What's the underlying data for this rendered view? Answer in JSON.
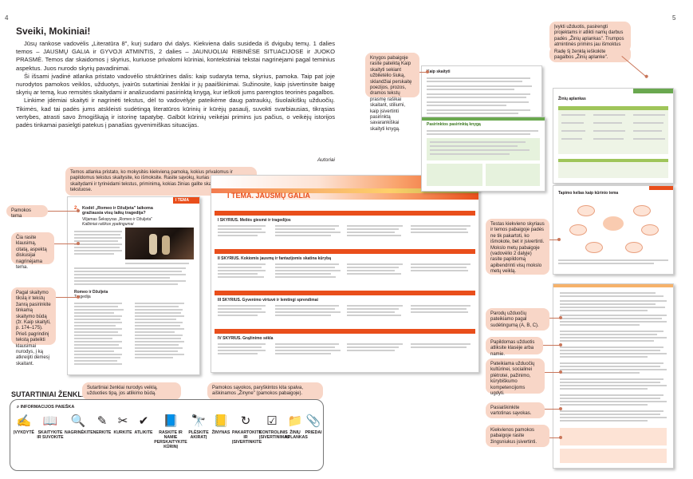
{
  "pages": {
    "left_number": "4",
    "right_number": "5"
  },
  "intro": {
    "title": "Sveiki, Mokiniai!",
    "p1": "Jūsų rankose vadovėlis „Literatūra 8\", kurį sudaro dvi dalys. Kiekviena dalis susideda iš dvigubų temų. 1 dalies temos – JAUSMŲ GALIA ir GYVOJI ATMINTIS, 2 dalies – JAUNUOLIAI RIBINĖSE SITUACIJOSE ir JUOKO PRASMĖ. Temos dar skaidomos į skyrius, kuriuose privalomi kūriniai, kontekstiniai tekstai nagrinėjami pagal teminius aspektus. Juos nurodo skyrių pavadinimai.",
    "p2": "Ši išsami įvadinė atlanka pristato vadovėlio struktūrines dalis: kaip sudaryta tema, skyrius, pamoka. Taip pat joje nurodytos pamokos veiklos, užduotys, įvairūs sutartiniai ženklai ir jų paaiškinimai. Sužinosite, kaip įsivertinsite baigę skyrių ar temą, kuo remsitės skaitydami ir analizuodami pasirinktą knygą, kur ieškoti jums parengtos teorinės pagalbos.",
    "p3": "Linkime įdėmiai skaityti ir nagrinėti tekstus, dėl to vadovėlyje pateikėme daug patraukių, šiuolaikiškų užduočių. Tikimės, kad tai padės jums atskleisti sudėtingą literatūros kūrinių ir kūrėjų pasaulį, suvokti svarbiausias, tikrąsias vertybes, atrasti savo žmogiškąją ir istorinę tapatybę. Galbūt kūrinių veikėjai primins jus pačius, o veikėjų istorijos padės tinkamai pasielgti patekus į panašias gyvenimiškas situacijas.",
    "author": "Autoriai"
  },
  "callouts": {
    "topic_intro": "Temos atlanka pristato, ko mokysitės kiekvieną pamoką, kokius privalomus ir papildomus tekstus skaitysite, ko išmoksite. Rasite sąvokų, kurias išmoksite skaitydami ir tyrinėdami tekstus, priminimą, kokias žinias galite skaityti ir nagrinėti tekstuose.",
    "lesson_topic": "Pamokos tema",
    "key_questions": "Čia rasite klausimą, citatą, aspektą disku­sijai nagrinėjama tema.",
    "reading_goal": "Pagal skaitymo tikslą ir tekstų žanrą pasirinkite tinkamą skaitymo būdą (žr. Kaip skaityti, p. 174–175). Prieš pagrindinį tekstą pateikti klausimai nurodys, į ką atkreipti dėmesį skaitant.",
    "book_choice": "Knygos pabaigoje rasite pateiktą Kaip skaityti sekiant užbiletėlio šiuką, sklandžiai perskaitę poezijos, prozos, dramos tekstų prasmę rašikai skaitant, stiliumi, kaip įsivertinti pasirinktą savarankiškai skaityti knygą.",
    "project_tasks": "Įvykti užduotis, pasirengti projektams ir atlikti namų darbus padės „Žinių aplankas\". Trumpos atmintinės primins jau išmoktus dalykus, pasiūlys užduočių atlikimo būdą.",
    "knowledge_folder": "Radę šį ženklą ieškokite pagalbos „Žinių aplanke\".",
    "self_check": "Testas kiekvieno skyriaus ir temos pabaigoje padės ne tik pakartoti, ko išmokote, bet ir įsivertinti. Mokslo metų pabaigoje (vadovėlio 2 dalyje) rasite papildomą apibendrinti visų mokslo metų veiklą.",
    "difficulty": "Parodų užduočių pateikiamo pagal sudėtingumą (A, B, C).",
    "extra_tasks": "Papildomas užduotis atliksite klasėje arba namie.",
    "culture_tasks": "Pateikiama užduočių kultūrinei, socialinei plėtrotei, pažinimo, kūrybiškumo kompetencijoms ugdyti.",
    "key_terms": "Pasiaiškinkite vartotinas sąvokas.",
    "lesson_end": "Kiekvienos pamokos pabaigoje rasite žingsniukus įsivertinti.",
    "symbols_note": "Sutartiniai ženklai nurodys veiklą, užduoties tipą, jos atlikimo būdą.",
    "terms_note": "Pamokos sąvokos, paryškintos kita spalva, aiškinamos „Žinyne\" (pamokos pabaigoje)."
  },
  "left_thumb": {
    "band": "I TEMA",
    "lesson_number": "2.",
    "lesson_title": "Kodėl „Romeo ir Džuljeta\" laikoma gražiausia visų laikų tragedija?",
    "subtitle": "Viljamas Šekspyras „Romeo ir Džuljeta\"",
    "sub2": "Kalbiniai raiškos ypatingumai",
    "play_title": "Romeo ir Džuljeta",
    "play_subtitle": "Tragedija"
  },
  "center_thumb": {
    "band_title": "I TEMA. JAUSMŲ GALIA",
    "sections": [
      "I SKYRIUS. Meilės giesmė ir tragedijos",
      "II SKYRIUS. Kokiomis jausmų ir fantazijomis skatina kūrybą",
      "III SKYRIUS. Gyvenimo virtuvė ir lemtingi sprendimai",
      "IV SKYRIUS. Grąžinimo sėkla"
    ]
  },
  "right_thumbs": {
    "how_to_read": "Kaip skaityti",
    "chosen_book": "Pasirinktos pasirinktą knygą",
    "knowledge": "Žinių aplankas",
    "test_title": "Tapimo kelias kaip kūrinio tema"
  },
  "symbols_section": {
    "title": "SUTARTINIAI ŽENKLAI",
    "search_label": "INFORMACIJOS PAIEŠKA",
    "items": [
      {
        "label": "ĮVYKDYTĖ",
        "icon": "✍"
      },
      {
        "label": "SKAITYKITE IR SUVOKITE",
        "icon": "📖"
      },
      {
        "label": "NAGRINĖKITE",
        "icon": "🔍"
      },
      {
        "label": "NERKITE",
        "icon": "✎"
      },
      {
        "label": "KURKITE",
        "icon": "✂"
      },
      {
        "label": "ATLIKITE",
        "icon": "✔"
      },
      {
        "label": "RASKITE IR NAMIE PERSKAITYKITE KŪRINĮ",
        "icon": "📘"
      },
      {
        "label": "PLĖSKITE AKIRATĮ",
        "icon": "🔭"
      },
      {
        "label": "ŽINYNAS",
        "icon": "📒"
      },
      {
        "label": "PAKARTOKITE IR ĮSIVERTINKITE",
        "icon": "↻"
      },
      {
        "label": "KONTROLINIS ĮSIVERTINIMAS",
        "icon": "☑"
      },
      {
        "label": "ŽINIŲ APLANKAS",
        "icon": "📁"
      },
      {
        "label": "PRIEDAI",
        "icon": "📎"
      }
    ]
  },
  "colors": {
    "accent": "#e94e1b",
    "callout": "#f8d6c7",
    "green": "#6aa84f",
    "orange_light": "#f6b26b"
  }
}
